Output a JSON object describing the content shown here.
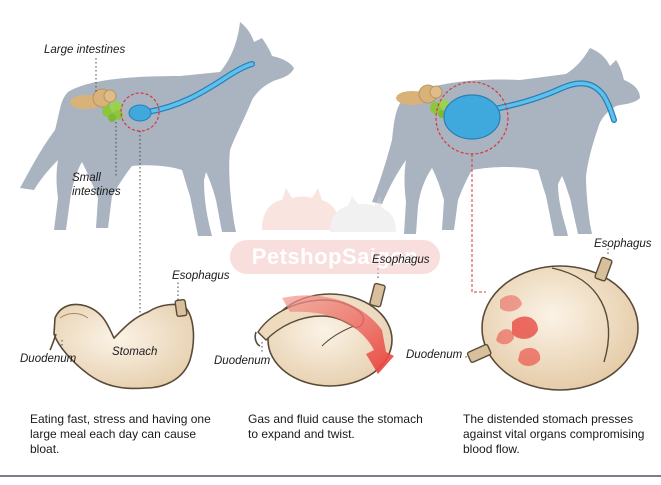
{
  "labels": {
    "large_intestines": "Large intestines",
    "small_intestines_line1": "Small",
    "small_intestines_line2": "intestines",
    "esophagus_1": "Esophagus",
    "stomach": "Stomach",
    "duodenum_1": "Duodenum",
    "esophagus_2": "Esophagus",
    "duodenum_2": "Duodenum",
    "esophagus_3": "Esophagus",
    "duodenum_3": "Duodenum"
  },
  "captions": {
    "step1": "Eating fast, stress and having one large meal each day can cause bloat.",
    "step2": "Gas and fluid cause the stomach to expand and twist.",
    "step3": "The distended stomach presses against vital organs compromising blood flow."
  },
  "watermark": {
    "text": "PetshopSaigon"
  },
  "colors": {
    "dog": "#a9b4c0",
    "stomach": "#f2e3cc",
    "stomach_outline": "#5a4a38",
    "gut_blue": "#3fa8dc",
    "large_intestine": "#d9b27a",
    "small_intestine": "#8cc63e",
    "red_arrow": "#e8403a",
    "dashed_red": "#d9363e"
  }
}
